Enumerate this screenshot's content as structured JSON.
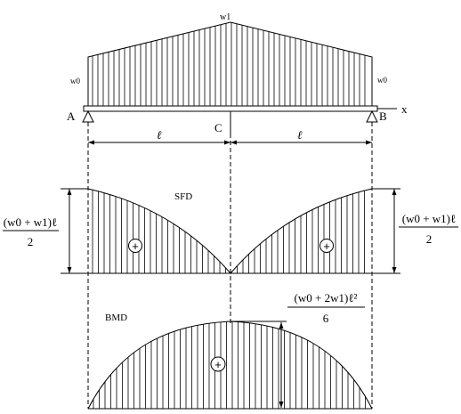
{
  "loads": {
    "w_mid": "w1",
    "w_left": "w0",
    "w_right": "w0"
  },
  "points": {
    "a": "A",
    "b": "B",
    "c": "C",
    "axis": "x"
  },
  "spans": {
    "left": "ℓ",
    "right": "ℓ"
  },
  "sfd": {
    "title": "SFD",
    "sign_left": "+",
    "sign_right": "+",
    "left_value": {
      "numerator": "(w0 + w1)ℓ",
      "denominator": "2"
    },
    "right_value": {
      "numerator": "(w0 + w1)ℓ",
      "denominator": "2"
    }
  },
  "bmd": {
    "title": "BMD",
    "sign": "+",
    "max_value": {
      "numerator": "(w0 + 2w1)ℓ²",
      "denominator": "6"
    }
  }
}
